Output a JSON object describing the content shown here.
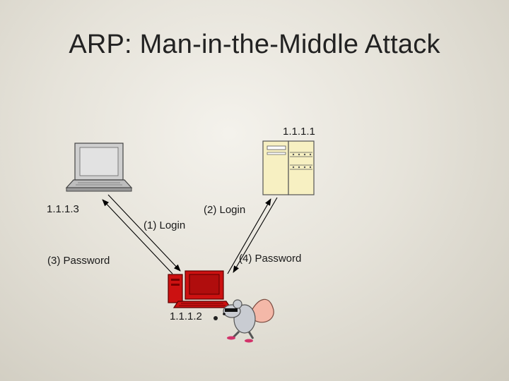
{
  "slide": {
    "title": "ARP: Man-in-the-Middle Attack"
  },
  "nodes": {
    "server": {
      "ip": "1.1.1.1",
      "icon": "server-icon"
    },
    "victim": {
      "ip": "1.1.1.3",
      "icon": "laptop-icon"
    },
    "attacker": {
      "ip": "1.1.1.2",
      "icon": "desktop-computer-icon"
    },
    "thief": {
      "icon": "thief-rat-icon"
    }
  },
  "messages": [
    {
      "step": "(1) Login",
      "from": "victim",
      "to": "attacker"
    },
    {
      "step": "(2) Login",
      "from": "attacker",
      "to": "server"
    },
    {
      "step": "(3) Password",
      "from": "attacker",
      "to": "victim"
    },
    {
      "step": "(4) Password",
      "from": "server",
      "to": "attacker"
    }
  ],
  "colors": {
    "background": "#e6e3da",
    "attacker": "#cc1111",
    "server": "#f7f0c2",
    "laptop": "#d4d4d4"
  }
}
